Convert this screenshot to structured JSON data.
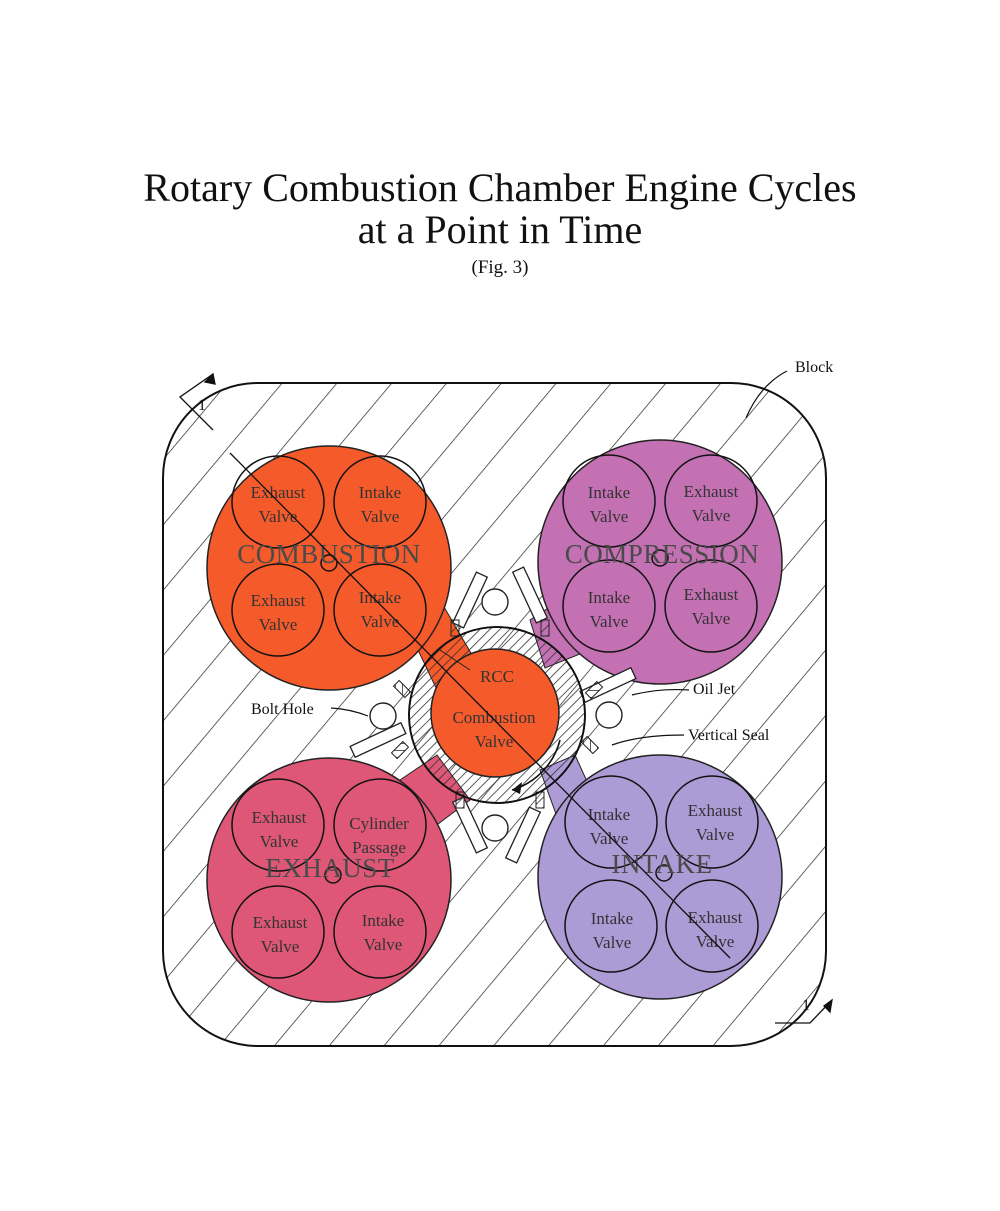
{
  "title": {
    "line1": "Rotary Combustion Chamber Engine Cycles",
    "line2": "at a Point in Time",
    "figure": "(Fig. 3)"
  },
  "colors": {
    "combustion": "#f55a2b",
    "compression": "#c471b3",
    "exhaust": "#de5777",
    "intake": "#ad9bd6",
    "rcc": "#f55a2b"
  },
  "cylinders": {
    "combustion": {
      "label": "COMBUSTION",
      "valves": [
        {
          "line1": "Exhaust",
          "line2": "Valve"
        },
        {
          "line1": "Intake",
          "line2": "Valve"
        },
        {
          "line1": "Exhaust",
          "line2": "Valve"
        },
        {
          "line1": "Intake",
          "line2": "Valve"
        }
      ]
    },
    "compression": {
      "label": "COMPRESSION",
      "valves": [
        {
          "line1": "Intake",
          "line2": "Valve"
        },
        {
          "line1": "Exhaust",
          "line2": "Valve"
        },
        {
          "line1": "Intake",
          "line2": "Valve"
        },
        {
          "line1": "Exhaust",
          "line2": "Valve"
        }
      ]
    },
    "exhaust": {
      "label": "EXHAUST",
      "valves": [
        {
          "line1": "Exhaust",
          "line2": "Valve"
        },
        {
          "line1": "Cylinder",
          "line2": "Passage"
        },
        {
          "line1": "Exhaust",
          "line2": "Valve"
        },
        {
          "line1": "Intake",
          "line2": "Valve"
        }
      ]
    },
    "intake": {
      "label": "INTAKE",
      "valves": [
        {
          "line1": "Intake",
          "line2": "Valve"
        },
        {
          "line1": "Exhaust",
          "line2": "Valve"
        },
        {
          "line1": "Intake",
          "line2": "Valve"
        },
        {
          "line1": "Exhaust",
          "line2": "Valve"
        }
      ]
    }
  },
  "rcc": {
    "label": "RCC",
    "valve_line1": "Combustion",
    "valve_line2": "Valve"
  },
  "annotations": {
    "block": "Block",
    "oil_jet": "Oil Jet",
    "bolt_hole": "Bolt Hole",
    "vertical_seal": "Vertical Seal",
    "section_marker": "1"
  }
}
